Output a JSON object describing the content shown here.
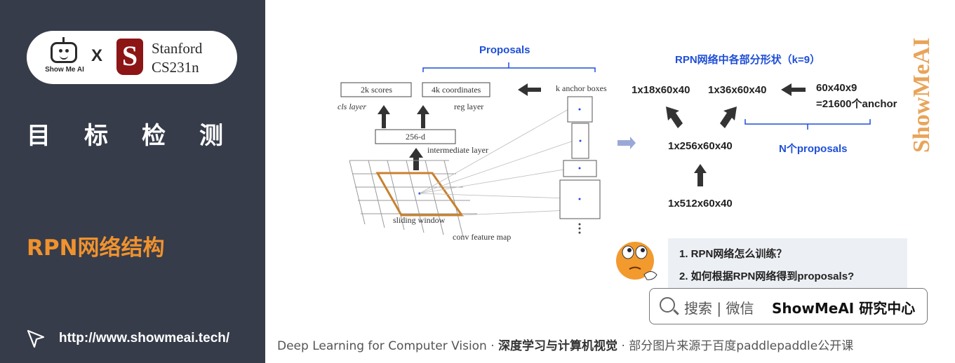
{
  "sidebar": {
    "logo_text": "Show Me AI",
    "x_mark": "X",
    "stanford_letter": "S",
    "stanford_line1": "Stanford",
    "stanford_line2": "CS231n",
    "title": "目标检测",
    "subtitle": "RPN网络结构",
    "url": "http://www.showmeai.tech/"
  },
  "diagram_left": {
    "proposals_label": "Proposals",
    "box_scores": "2k scores",
    "box_coords": "4k coordinates",
    "anchor_label": "k anchor boxes",
    "cls_label": "cls layer",
    "reg_label": "reg layer",
    "box_256": "256-d",
    "intermediate_label": "intermediate layer",
    "sliding_label": "sliding window",
    "feature_map_label": "conv feature map",
    "colors": {
      "window": "#c8812e",
      "accent": "#1f4fd8"
    }
  },
  "diagram_right": {
    "title": "RPN网络中各部分形状（k=9）",
    "shape_cls": "1x18x60x40",
    "shape_reg": "1x36x60x40",
    "anchor_line1": "60x40x9",
    "anchor_line2": "=21600个anchor",
    "shape_mid": "1x256x60x40",
    "proposals_n": "N个proposals",
    "shape_in": "1x512x60x40"
  },
  "questions": {
    "q1": "1.  RPN网络怎么训练？",
    "q2": "2.  如何根据RPN网络得到proposals?"
  },
  "search": {
    "label": "搜索 | 微信",
    "brand": "ShowMeAI 研究中心"
  },
  "footer": {
    "part1": "Deep Learning for Computer Vision",
    "sep": " · ",
    "part2": "深度学习与计算机视觉",
    "part3": "部分图片来源于百度paddlepaddle公开课"
  },
  "watermark": "ShowMeAI"
}
